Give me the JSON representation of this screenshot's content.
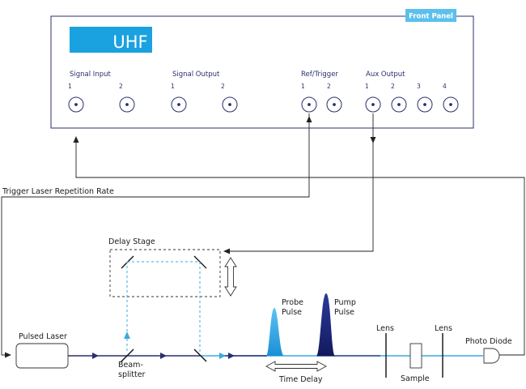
{
  "panel": {
    "badge": "Front Panel",
    "brand": "UHF",
    "groups": {
      "signal_input": "Signal Input",
      "signal_output": "Signal Output",
      "ref_trigger": "Ref/Trigger",
      "aux_output": "Aux Output"
    },
    "ports": {
      "si1": "1",
      "si2": "2",
      "so1": "1",
      "so2": "2",
      "rt1": "1",
      "rt2": "2",
      "ao1": "1",
      "ao2": "2",
      "ao3": "3",
      "ao4": "4"
    }
  },
  "labels": {
    "trigger_rate": "Trigger Laser Repetition Rate",
    "delay_stage": "Delay Stage",
    "pulsed_laser": "Pulsed Laser",
    "beamsplitter_1": "Beam-",
    "beamsplitter_2": "splitter",
    "probe_1": "Probe",
    "probe_2": "Pulse",
    "pump_1": "Pump",
    "pump_2": "Pulse",
    "time_delay": "Time Delay",
    "lens_1": "Lens",
    "lens_2": "Lens",
    "sample": "Sample",
    "photo_diode": "Photo Diode"
  },
  "colors": {
    "navy": "#2b2f6e",
    "cyan": "#3ba9e0",
    "badge": "#5bc0eb",
    "brand_bg": "#1aa1e0",
    "pump": "#1f2a80",
    "probe": "#3aa6e6"
  }
}
